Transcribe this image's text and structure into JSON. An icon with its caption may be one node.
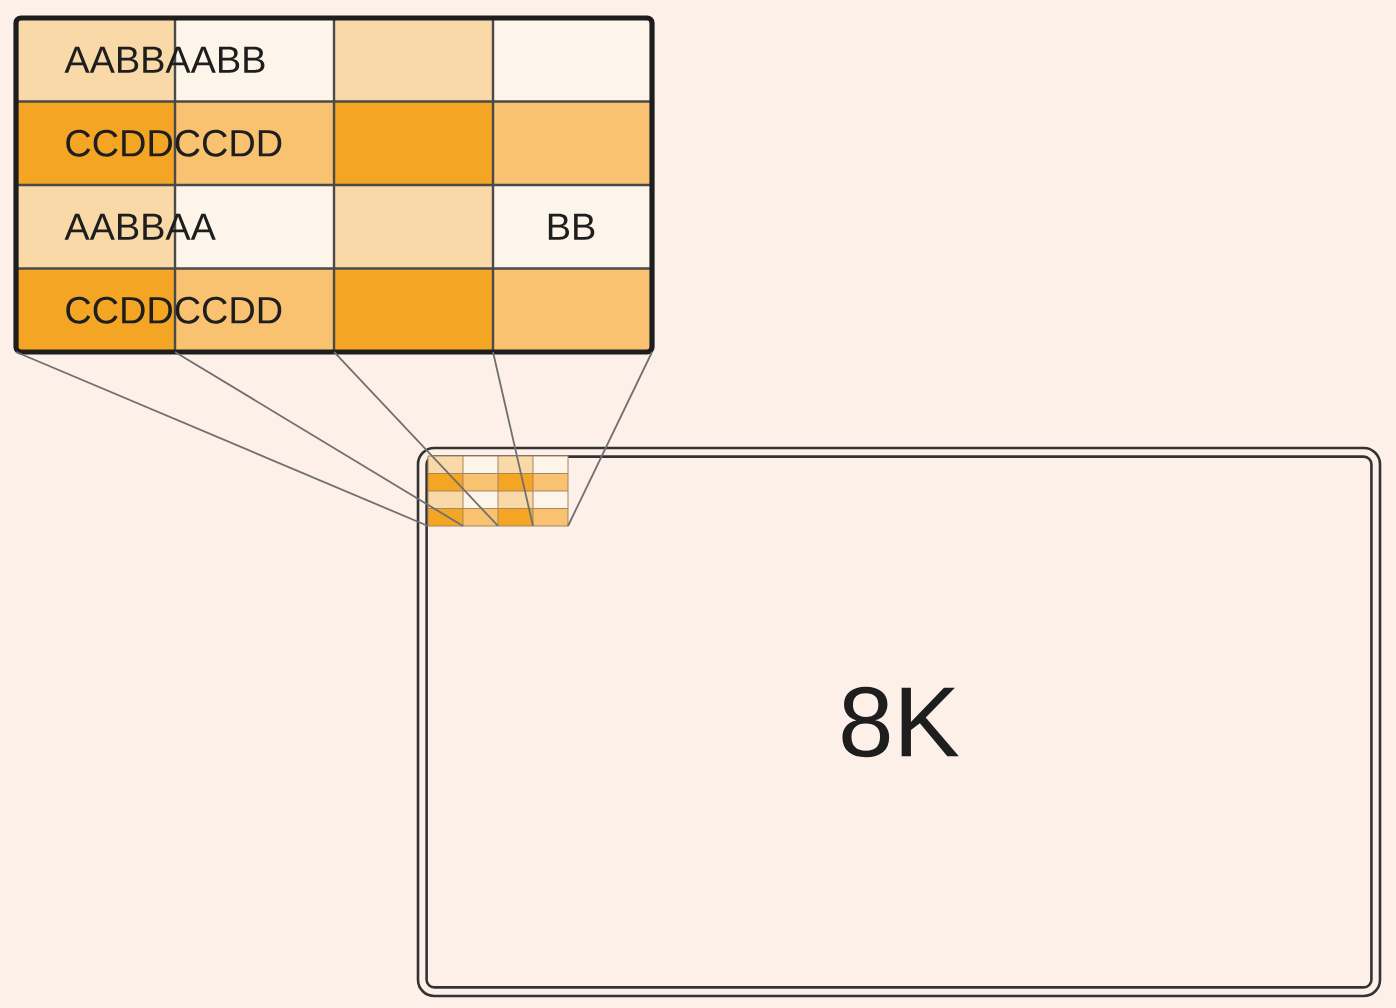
{
  "diagram": {
    "nodes": [
      {
        "text": [
          "AABBAABB",
          "CCDDCCDD",
          "AABBAA",
          "BB",
          "CCDDCCDD"
        ]
      },
      {
        "text": [
          "8K"
        ]
      },
      {
        "text": [],
        "shape": "box",
        "in": 1
      }
    ],
    "edges": [
      {
        "from": 0,
        "to": 2,
        "arrow": "none"
      },
      {
        "from": 0,
        "to": 2,
        "arrow": "none"
      },
      {
        "from": 0,
        "to": 2,
        "arrow": "none"
      },
      {
        "from": 0,
        "to": 2,
        "arrow": "none"
      },
      {
        "from": 0,
        "to": 2,
        "arrow": "none"
      }
    ]
  }
}
